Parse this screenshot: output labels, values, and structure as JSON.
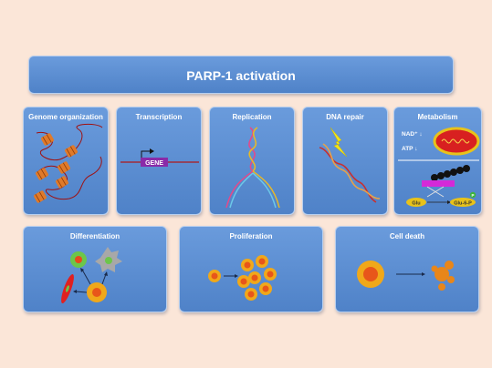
{
  "title": "PARP-1 activation",
  "panels": {
    "genome": "Genome organization",
    "transcription": "Transcription",
    "replication": "Replication",
    "repair": "DNA repair",
    "metabolism": "Metabolism",
    "differentiation": "Differentiation",
    "proliferation": "Proliferation",
    "death": "Cell death"
  },
  "transcription_gene": "GENE",
  "metabolism": {
    "nad_label": "NAD⁺ ↓",
    "atp_label": "ATP ↓",
    "glu_label": "Glu",
    "glu6p_label": "Glu-6-P",
    "p_label": "P"
  }
}
